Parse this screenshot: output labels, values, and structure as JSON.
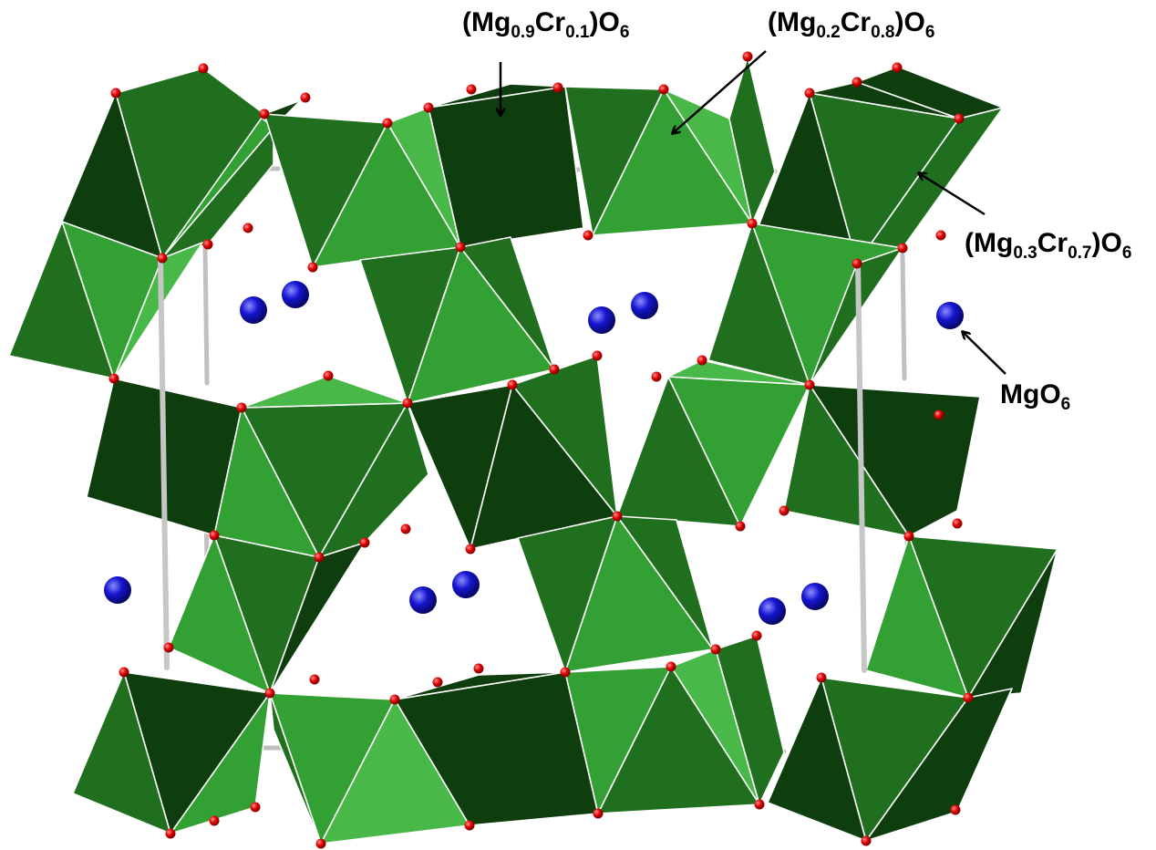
{
  "labels": {
    "site1": {
      "prefix": "(Mg",
      "s1": "0.9",
      "mid": "Cr",
      "s2": "0.1",
      "suffix": ")O",
      "s3": "6"
    },
    "site2": {
      "prefix": "(Mg",
      "s1": "0.2",
      "mid": "Cr",
      "s2": "0.8",
      "suffix": ")O",
      "s3": "6"
    },
    "site3": {
      "prefix": "(Mg",
      "s1": "0.3",
      "mid": "Cr",
      "s2": "0.7",
      "suffix": ")O",
      "s3": "6"
    },
    "site4": {
      "prefix": "MgO",
      "s1": "6"
    }
  },
  "colors": {
    "face_dark": "#0e3d0e",
    "face_mid": "#1f6f1f",
    "face_light": "#33a033",
    "face_bright": "#48b848",
    "edge": "#ffffff",
    "oxygen": "#e00000",
    "mg_atom": "#1010c8",
    "bond": "#c0c0c0"
  }
}
